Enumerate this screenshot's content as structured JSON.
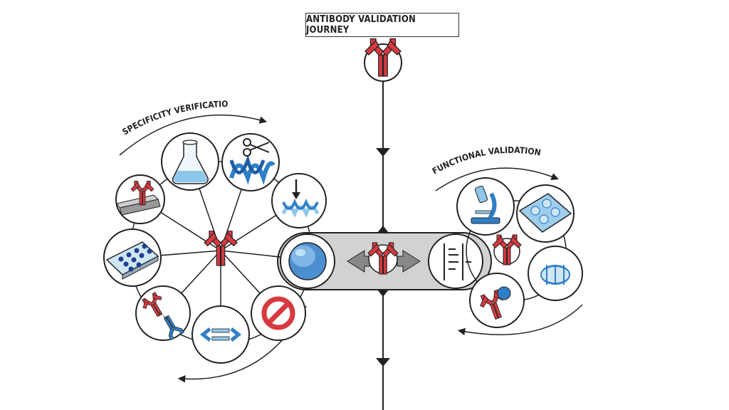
{
  "title": "ANTIBODY VALIDATION JOURNEY",
  "left_section": {
    "label": "SPECIFICITY VERIFICATION",
    "nodes": [
      {
        "icon": "western-blot-membrane-icon"
      },
      {
        "icon": "flask-icon"
      },
      {
        "icon": "gene-knockout-scissors-icon"
      },
      {
        "icon": "gene-knockdown-arrow-icon"
      },
      {
        "icon": "protein-array-icon"
      },
      {
        "icon": "antibody-pair-icon"
      },
      {
        "icon": "peptide-competition-icon"
      },
      {
        "icon": "negative-control-icon"
      }
    ],
    "hub_icon": "antibody-icon"
  },
  "center_section": {
    "left_icon": "cell-icon",
    "middle_icon": "antibody-arrows-icon",
    "right_icon": "blot-lanes-icon"
  },
  "right_section": {
    "label": "FUNCTIONAL VALIDATION",
    "nodes": [
      {
        "icon": "microscope-icon"
      },
      {
        "icon": "well-plate-icon"
      },
      {
        "icon": "chromatin-icon"
      },
      {
        "icon": "antigen-binding-icon"
      }
    ],
    "hub_icon": "antibody-icon"
  },
  "colors": {
    "antibody_red": "#d63a3f",
    "blue": "#2f7fc6",
    "light_blue": "#8fc7ea",
    "gray_band": "#cfcfcf",
    "line": "#222222"
  }
}
